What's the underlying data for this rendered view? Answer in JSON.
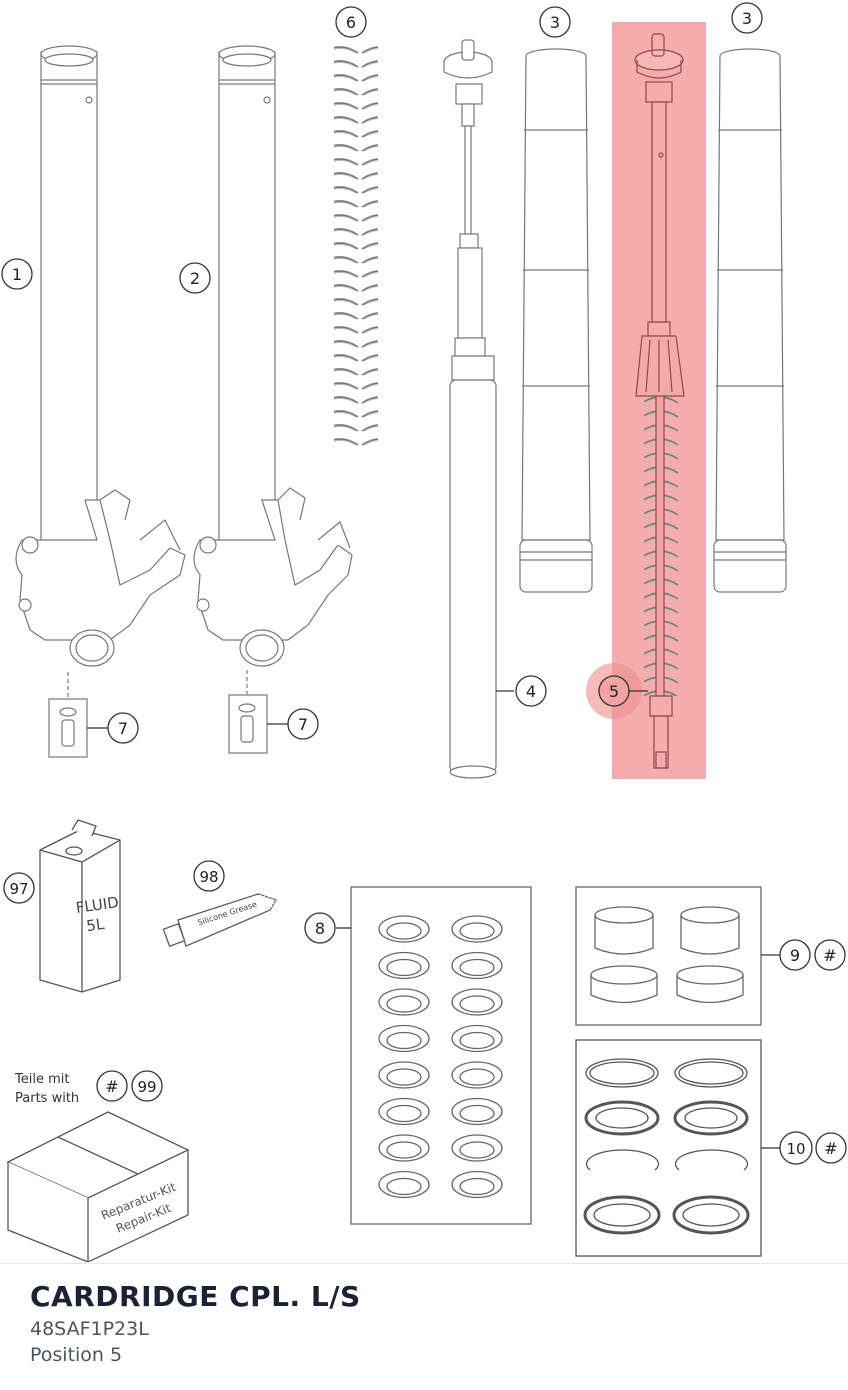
{
  "part": {
    "title": "CARDRIDGE CPL. L/S",
    "number": "48SAF1P23L",
    "position": "Position 5"
  },
  "diagram": {
    "callouts": {
      "c1": "1",
      "c2": "2",
      "c3a": "3",
      "c3b": "3",
      "c4": "4",
      "c5": "5",
      "c6": "6",
      "c7a": "7",
      "c7b": "7",
      "c8": "8",
      "c9": "9",
      "c9h": "#",
      "c10": "10",
      "c10h": "#",
      "c97": "97",
      "c98": "98",
      "c99": "99",
      "c99h": "#"
    },
    "labels": {
      "fluid_can_line1": "FLUID",
      "fluid_can_line2": "5L",
      "grease_tube": "Silicone Grease",
      "kit_note_de": "Teile mit",
      "kit_note_en": "Parts with",
      "kit_box_line1": "Reparatur-Kit",
      "kit_box_line2": "Repair-Kit"
    },
    "highlight_color": "#f4a3a3",
    "highlighted_part": "5"
  }
}
